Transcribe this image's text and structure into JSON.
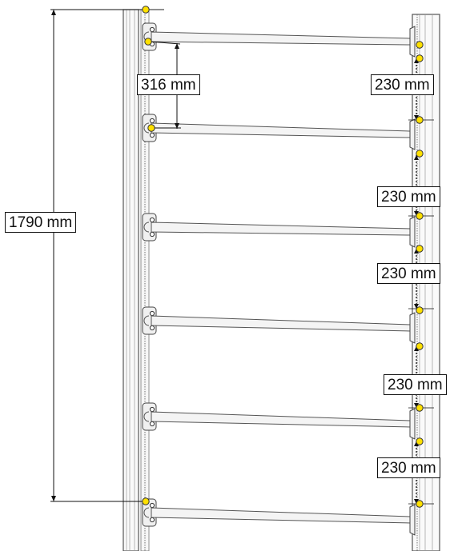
{
  "dimensions": {
    "total_height": "1790 mm",
    "top_rung_spacing": "316 mm",
    "right_spacings": [
      "230 mm",
      "230 mm",
      "230 mm",
      "230 mm",
      "230 mm"
    ]
  },
  "colors": {
    "post_stroke": "#555555",
    "rod_fill": "#f4f4f4",
    "marker_fill": "#ffe000",
    "line": "#111111"
  }
}
